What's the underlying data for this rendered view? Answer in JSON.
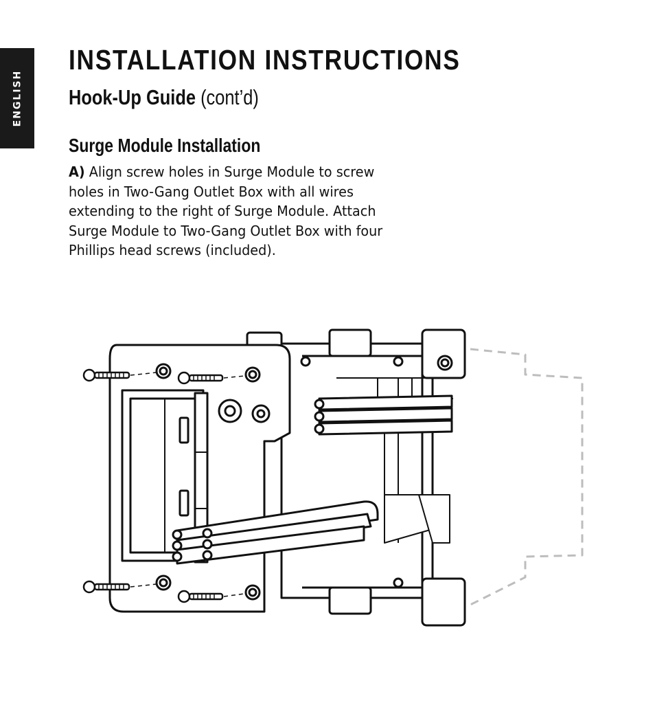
{
  "language_tab": "ENGLISH",
  "title": "INSTALLATION INSTRUCTIONS",
  "subtitle": {
    "bold": "Hook-Up Guide",
    "regular": "(cont’d)"
  },
  "section": {
    "heading": "Surge Module Installation",
    "step_label": "A)",
    "step_text": "Align screw holes in Surge Module to screw holes in Two-Gang Outlet Box with all wires extending to the right of Surge Module. Attach Surge Module to Two-Gang Outlet Box with four Phillips head screws (included)."
  },
  "colors": {
    "ink": "#111111",
    "tab_bg": "#1a1a1a",
    "dashed": "#bdbdbd"
  },
  "illustration": "surge-module-outlet-box-diagram"
}
